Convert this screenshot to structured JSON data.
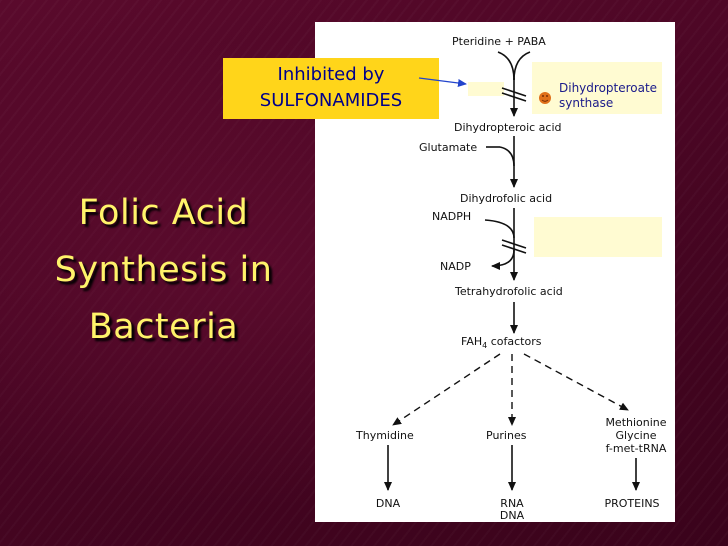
{
  "slide": {
    "title_lines": [
      "Folic Acid",
      "Synthesis in",
      "Bacteria"
    ],
    "inhibitor_lines": [
      "Inhibited by",
      "SULFONAMIDES"
    ]
  },
  "pathway": {
    "start": "Pteridine + PABA",
    "enzyme_lines": [
      "Dihydropteroate",
      "synthase"
    ],
    "dihydropteroic": "Dihydropteroic acid",
    "glutamate": "Glutamate",
    "dihydrofolic": "Dihydrofolic acid",
    "nadph": "NADPH",
    "nadp": "NADP",
    "tetrahydrofolic": "Tetrahydrofolic acid",
    "fah4_main": "FAH",
    "fah4_sub": "4",
    "fah4_rest": " cofactors",
    "thymidine": "Thymidine",
    "purines": "Purines",
    "methionine": "Methionine",
    "glycine": "Glycine",
    "fmet": "f-met-tRNA",
    "dna": "DNA",
    "rna": "RNA",
    "rna_dna": "DNA",
    "proteins": "PROTEINS"
  },
  "colors": {
    "title": "#fff36a",
    "inhibitor_box": "#ffd51a",
    "inhibitor_text": "#00008a",
    "arrow_blue": "#2244cc",
    "badge": "#e0701a"
  },
  "icons": {
    "block_marks": "double-slash",
    "enzyme_badge": "smiley-icon"
  }
}
